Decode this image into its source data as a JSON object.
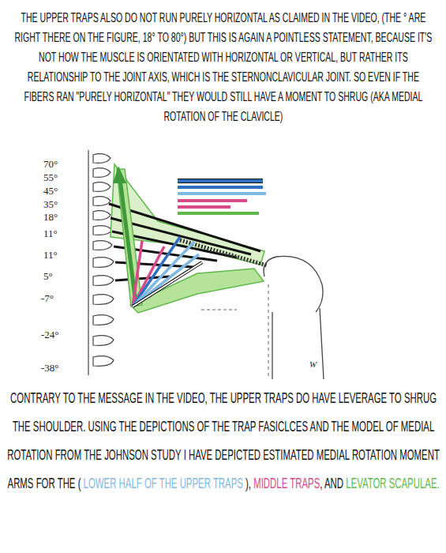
{
  "diagram": {
    "labels": [
      "THE UPPER TRAPS ALSO DO NOT RUN PURELY HORIZONTAL AS CLAIMED IN THE VIDEO, (THE ° ARE RIGHT THERE ON THE FIGURE, 18° TO 80°) BUT THIS IS AGAIN A POINTLESS STATEMENT, BECAUSE IT'S NOT HOW THE MUSCLE IS ORIENTATED WITH HORIZONTAL OR VERTICAL, BUT RATHER ITS RELATIONSHIP TO THE JOINT AXIS, WHICH IS THE STERNONCLAVICULAR JOINT. SO EVEN IF THE FIBERS RAN \"PURELY HORIZONTAL\" THEY WOULD STILL HAVE A MOMENT TO SHRUG (AKA MEDIAL ROTATION OF THE CLAVICLE)",
      "70°",
      "55°",
      "45°",
      "35°",
      "18°",
      "11°",
      "11°",
      "5°",
      "-7°",
      "-24°",
      "-38°",
      "W",
      "CONTRARY TO THE MESSAGE IN THE VIDEO, THE UPPER TRAPS DO HAVE LEVERAGE TO SHRUG THE SHOULDER. USING THE DEPICTIONS OF THE TRAP FASICLCES AND THE MODEL OF MEDIAL ROTATION FROM THE JOHNSON STUDY I HAVE DEPICTED ESTIMATED MEDIAL ROTATION MOMENT ARMS FOR THE (",
      "LOWER HALF OF THE UPPER TRAPS",
      "),",
      "MIDDLE TRAPS",
      ", AND",
      "LEVATOR SCAPULAE."
    ]
  }
}
